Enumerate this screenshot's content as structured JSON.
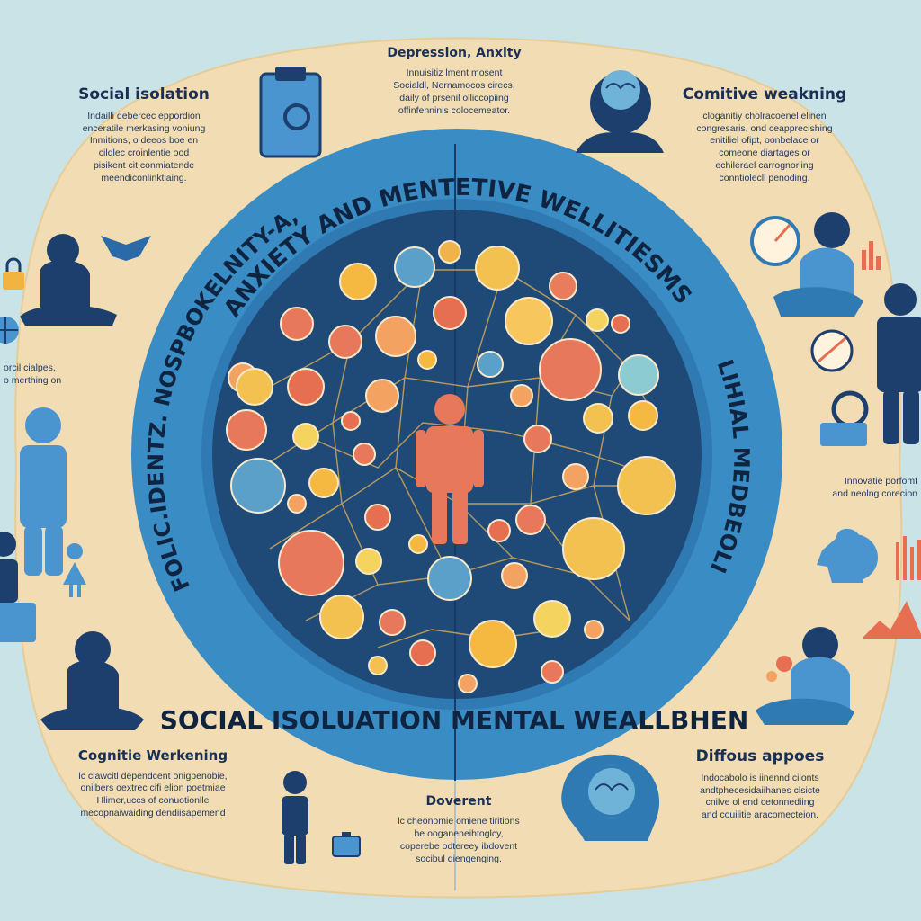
{
  "colors": {
    "background": "#c9e3e6",
    "panel": "#f2dcb3",
    "ring": "#3a8cc4",
    "core": "#1f4a78",
    "figure": "#1f4e79",
    "accent_person": "#e8785b"
  },
  "ring": {
    "top_arc": "ANXIETY AND MENTETIVE WELLITIESMS",
    "left_arc": "FOLIC.IDENTZ. NOSPBOKELNITY-A,",
    "right_arc": "LIHIAL MEDBEOLI",
    "bottom": "SOCIAL ISOLUATION MENTAL WEALLBHEN"
  },
  "blocks": {
    "top_center": {
      "title": "Depression, Anxity",
      "body": [
        "Innuisitiz lment mosent",
        "Socialdl, Nernamocos cirecs,",
        "daily of prsenil olliccopiing",
        "offinfenninis colocemeator."
      ]
    },
    "top_left": {
      "title": "Social isolation",
      "body": [
        "Indailli debercec eppordion",
        "enceratile merkasing voniung",
        "Inmitions, o deeos boe en",
        "cildlec croinlentie ood",
        "pisikent cit conmiatende",
        "meendiconlinktiaing."
      ]
    },
    "top_right": {
      "title": "Comitive weakning",
      "body": [
        "cloganitiy cholracoenel elinen",
        "congresaris, ond ceapprecishing",
        "enitiliel ofipt, oonbelace or",
        "comeone diartages or",
        "echilerael carrognorling",
        "conntiolecll penoding."
      ]
    },
    "bottom_left": {
      "title": "Cognitie Werkening",
      "body": [
        "lc clawcitl dependcent onigpenobie,",
        "onilbers oextrec cifi elion poetmiae",
        "Hlimer,uccs of conuotionlle",
        "mecopnaiwaiding dendiisapemend"
      ]
    },
    "bottom_center": {
      "title": "Doverent",
      "body": [
        "lc cheonomie omiene tiritions",
        "he ooganeneihtoglcy,",
        "coperebe odtereey ibdovent",
        "socibul diengenging."
      ]
    },
    "bottom_right": {
      "title": "Diffous appoes",
      "body": [
        "Indocabolo is iinennd cilonts",
        "andtphecesidaiihanes clsicte",
        "cnilve ol end cetonnediing",
        "and couilitie aracomecteion."
      ]
    }
  },
  "notes": {
    "left_mid": [
      "orcil cialpes,",
      "o merthing on"
    ],
    "right_mid": [
      "Innovatie porfomf",
      "and neolng corecion"
    ]
  }
}
